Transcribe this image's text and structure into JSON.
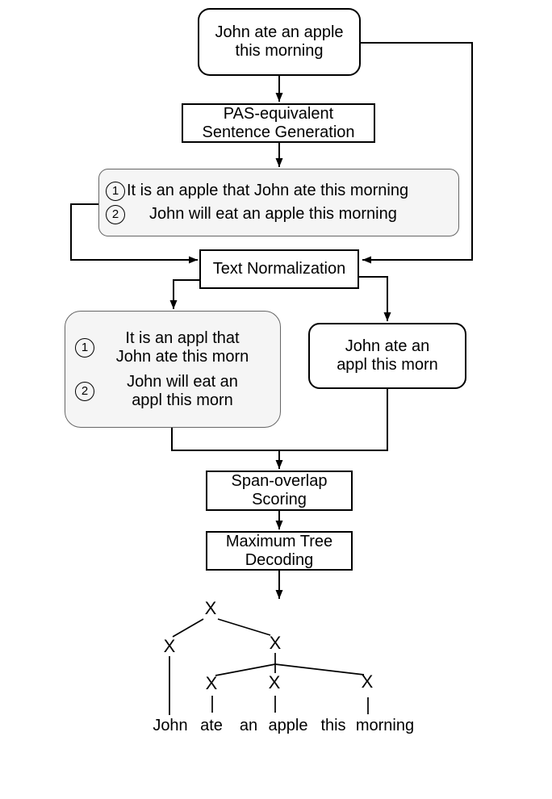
{
  "nodes": {
    "input": {
      "lines": [
        "John ate an apple",
        "this morning"
      ]
    },
    "pas": {
      "lines": [
        "PAS-equivalent",
        "Sentence Generation"
      ]
    },
    "generated": {
      "items": [
        {
          "num": "1",
          "text": "It is an apple that John ate this morning"
        },
        {
          "num": "2",
          "text": "John will eat an apple this morning"
        }
      ]
    },
    "text_normalization": {
      "label": "Text Normalization"
    },
    "normalized_generated": {
      "items": [
        {
          "num": "1",
          "lines": [
            "It is an appl that",
            "John ate this morn"
          ]
        },
        {
          "num": "2",
          "lines": [
            "John will eat an",
            "appl this morn"
          ]
        }
      ]
    },
    "normalized_input": {
      "lines": [
        "John ate an",
        "appl this morn"
      ]
    },
    "span_scoring": {
      "lines": [
        "Span-overlap",
        "Scoring"
      ]
    },
    "max_tree_decoding": {
      "lines": [
        "Maximum Tree",
        "Decoding"
      ]
    }
  },
  "tree": {
    "node_label": "X",
    "leaves": [
      "John",
      "ate",
      "an",
      "apple",
      "this",
      "morning"
    ]
  },
  "colors": {
    "line": "#000000",
    "box_border": "#000000",
    "gray_fill": "#f5f5f5",
    "gray_border": "#666666"
  }
}
